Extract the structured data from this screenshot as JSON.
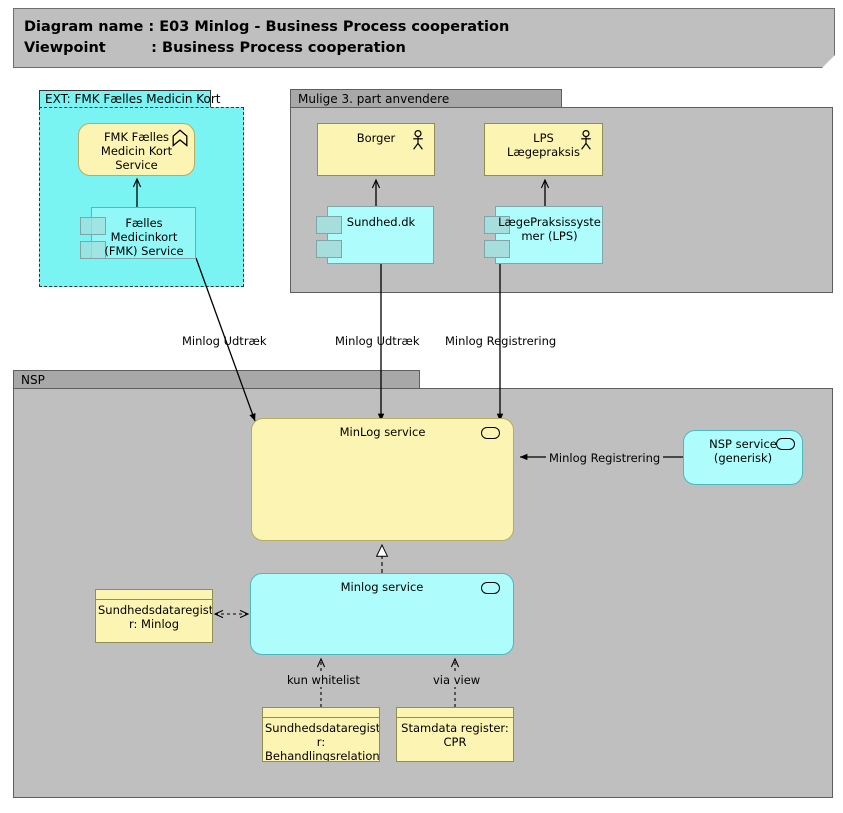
{
  "header": {
    "line1_key": "Diagram name",
    "line1_sep": ": ",
    "line1_value": "E03 Minlog - Business Process cooperation",
    "line2_key": "Viewpoint",
    "line2_sep": ": ",
    "line2_value": "Business Process cooperation",
    "line1_full": "Diagram name : E03 Minlog - Business Process cooperation",
    "line2_full": "Viewpoint         : Business Process cooperation"
  },
  "groups": {
    "ext_fmk": {
      "label": "EXT: FMK Fælles Medicin Kort"
    },
    "third_party": {
      "label": "Mulige 3. part anvendere"
    },
    "nsp": {
      "label": "NSP"
    }
  },
  "nodes": {
    "fmk_service": {
      "label": "FMK Fælles\nMedicin Kort\nService",
      "icon": "chevron-up-icon",
      "type": "application-service"
    },
    "fmk_component": {
      "label": "Fælles\nMedicinkort\n(FMK) Service",
      "type": "application-component"
    },
    "borger": {
      "label": "Borger",
      "icon": "actor-icon",
      "type": "business-actor"
    },
    "lps_laegepraksis": {
      "label": "LPS\nLægepraksis",
      "icon": "actor-icon",
      "type": "business-actor"
    },
    "sundhed_dk": {
      "label": "Sundhed.dk",
      "type": "application-component"
    },
    "lps_system": {
      "label": "LægePraksissyste\nmer (LPS)",
      "type": "application-component"
    },
    "minlog_service_app": {
      "label": "MinLog service",
      "icon": "service-icon",
      "type": "application-service"
    },
    "nsp_service_generisk": {
      "label": "NSP service\n(generisk)",
      "icon": "service-icon",
      "type": "application-service"
    },
    "minlog_service_tech": {
      "label": "Minlog service",
      "icon": "service-icon",
      "type": "technology-service"
    },
    "sundhedsdataregister_minlog": {
      "label": "Sundhedsdataregiste\nr: Minlog",
      "type": "data-object"
    },
    "sundhedsdataregister_behandlingsrelation": {
      "label": "Sundhedsdataregiste\nr:\nBehandlingsrelation",
      "type": "data-object"
    },
    "stamdata_register_cpr": {
      "label": "Stamdata register:\nCPR",
      "type": "data-object"
    }
  },
  "edges": [
    {
      "id": "fmk-to-minlog",
      "label": "Minlog Udtræk"
    },
    {
      "id": "sundheddk-to-minlog",
      "label": "Minlog Udtræk"
    },
    {
      "id": "lps-to-minlog",
      "label": "Minlog Registrering"
    },
    {
      "id": "nspservice-to-minlog",
      "label": "Minlog Registrering"
    },
    {
      "id": "behandlingsrelation-to-minlogtech",
      "label": "kun whitelist"
    },
    {
      "id": "cpr-to-minlogtech",
      "label": "via view"
    }
  ],
  "colors": {
    "canvas": "#ffffff",
    "group_fill": "#bfbfbf",
    "group_tab": "#a8a8a8",
    "group_border": "#5e5e5e",
    "ext_fill": "#7af3f3",
    "yellow_fill": "#fbf4b3",
    "yellow_border": "#908f52",
    "cyan_fill": "#aefcfc",
    "cyan_border": "#4fb8bd",
    "line": "#000000"
  }
}
